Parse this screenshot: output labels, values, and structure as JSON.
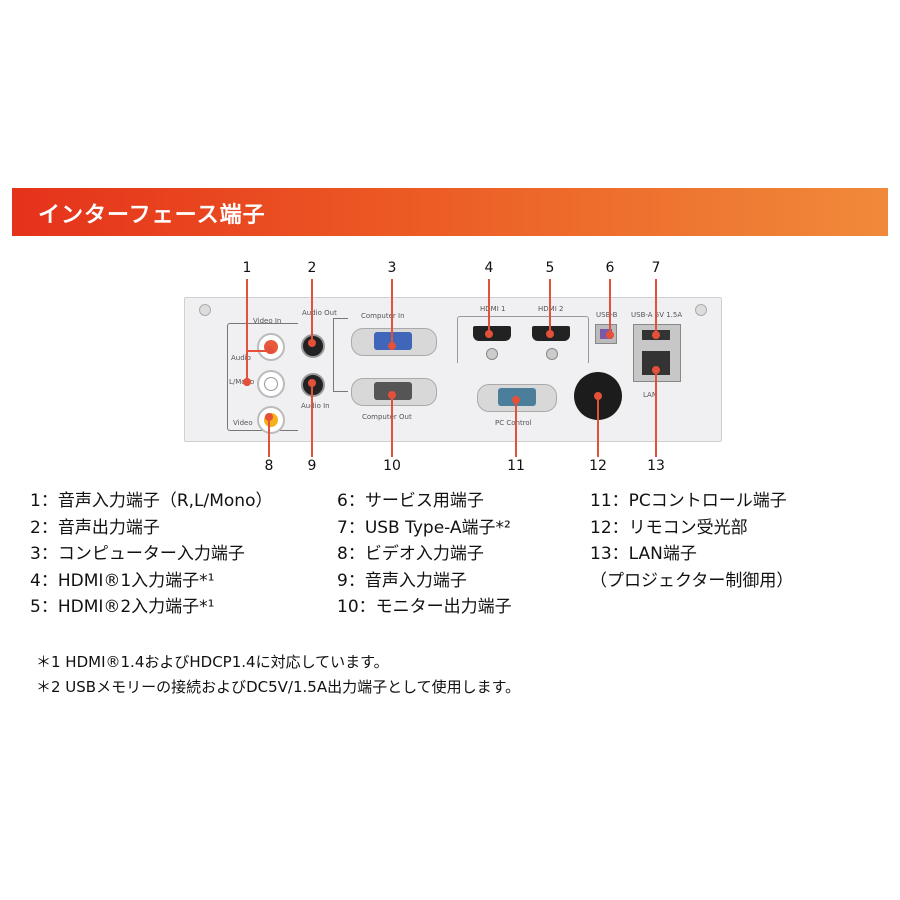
{
  "banner": {
    "title": "インターフェース端子"
  },
  "diagram": {
    "callouts_top": [
      "1",
      "2",
      "3",
      "4",
      "5",
      "6",
      "7"
    ],
    "callouts_bottom": [
      "8",
      "9",
      "10",
      "11",
      "12",
      "13"
    ],
    "panel_labels": {
      "video_in": "Video In",
      "audio_out": "Audio Out",
      "computer_in": "Computer In",
      "hdmi1": "HDMI 1",
      "hdmi2": "HDMI 2",
      "usb_b": "USB-B",
      "usb_a": "USB-A 5V 1.5A",
      "audio": "Audio",
      "l_mono": "L/Mono",
      "video": "Video",
      "audio_in": "Audio In",
      "computer_out": "Computer Out",
      "pc_control": "PC Control",
      "lan": "LAN"
    }
  },
  "legend": {
    "col1": [
      "1：音声入力端子（R,L/Mono）",
      "2：音声出力端子",
      "3：コンピューター入力端子",
      "4：HDMI®1入力端子*¹",
      "5：HDMI®2入力端子*¹"
    ],
    "col2": [
      "6：サービス用端子",
      "7：USB Type-A端子*²",
      "8：ビデオ入力端子",
      "9：音声入力端子",
      "10：モニター出力端子"
    ],
    "col3": [
      "11：PCコントロール端子",
      "12：リモコン受光部",
      "13：LAN端子",
      "（プロジェクター制御用）"
    ]
  },
  "notes": [
    "＊1 HDMI®1.4およびHDCP1.4に対応しています。",
    "＊2 USBメモリーの接続およびDC5V/1.5A出力端子として使用します。"
  ],
  "colors": {
    "accent": "#e5503a",
    "banner_start": "#e5321b",
    "banner_end": "#f08a3a"
  }
}
